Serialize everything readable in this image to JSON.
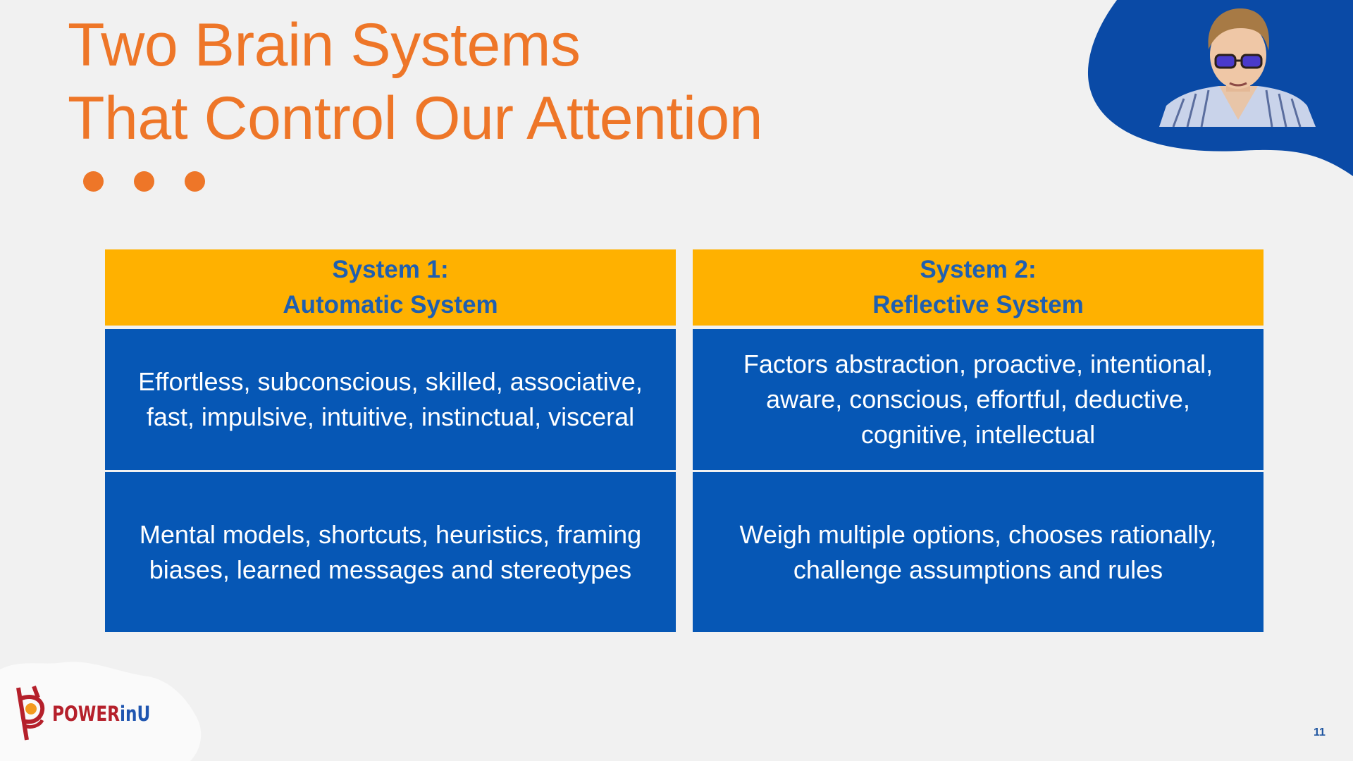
{
  "slide": {
    "title_lines": [
      "Two Brain Systems",
      "That Control Our Attention"
    ],
    "decoration": "three-orange-dots",
    "page_number": "11"
  },
  "colors": {
    "title": "#ee7628",
    "header_bg": "#ffb100",
    "header_text": "#1f5fb0",
    "cell_bg": "#0657b5",
    "cell_text": "#ffffff",
    "background": "#f1f1f1",
    "video_blob": "#0a4aa6"
  },
  "table": {
    "columns": [
      {
        "header_line1": "System 1:",
        "header_line2": "Automatic System",
        "rows": [
          [
            "Effortless, subconscious, skilled, associative,",
            "fast, impulsive, intuitive, instinctual, visceral"
          ],
          [
            "Mental models, shortcuts, heuristics, framing",
            "biases, learned messages and stereotypes"
          ]
        ]
      },
      {
        "header_line1": "System 2:",
        "header_line2": "Reflective System",
        "rows": [
          [
            "Factors abstraction, proactive, intentional,",
            "aware, conscious, effortful, deductive,",
            "cognitive, intellectual"
          ],
          [
            "Weigh multiple options, chooses rationally,",
            "challenge assumptions and rules"
          ]
        ]
      }
    ]
  },
  "logo": {
    "text_part1": "POWER",
    "text_part2": "inU",
    "icon": "powerinu-logo-icon"
  },
  "video": {
    "participant": "speaker-video-feed"
  }
}
